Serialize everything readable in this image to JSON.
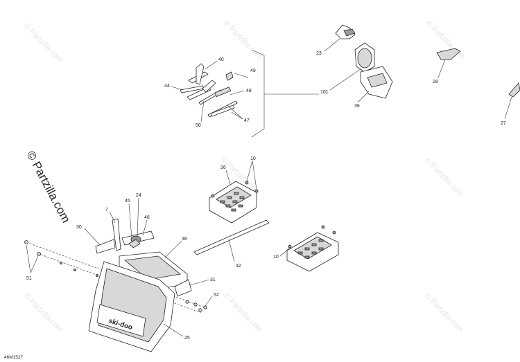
{
  "watermark": {
    "text": "© Partzilla.com",
    "color": "#e4e4e4"
  },
  "side_watermark": "© Partzilla.com",
  "reference_code": "46M1527",
  "callouts": {
    "c10a": "10",
    "c10b": "10",
    "c23": "23",
    "c24": "24",
    "c25": "25",
    "c26": "26",
    "c27": "27",
    "c28": "28",
    "c30": "30",
    "c31": "31",
    "c32": "32",
    "c36": "36",
    "c38": "38",
    "c40": "40",
    "c44": "44",
    "c45": "45",
    "c46": "46",
    "c47": "47",
    "c48": "48",
    "c49": "49",
    "c50": "50",
    "c51": "51",
    "c52": "52",
    "c7": "7",
    "c101": "101"
  },
  "flap_logo": "ski-doo"
}
